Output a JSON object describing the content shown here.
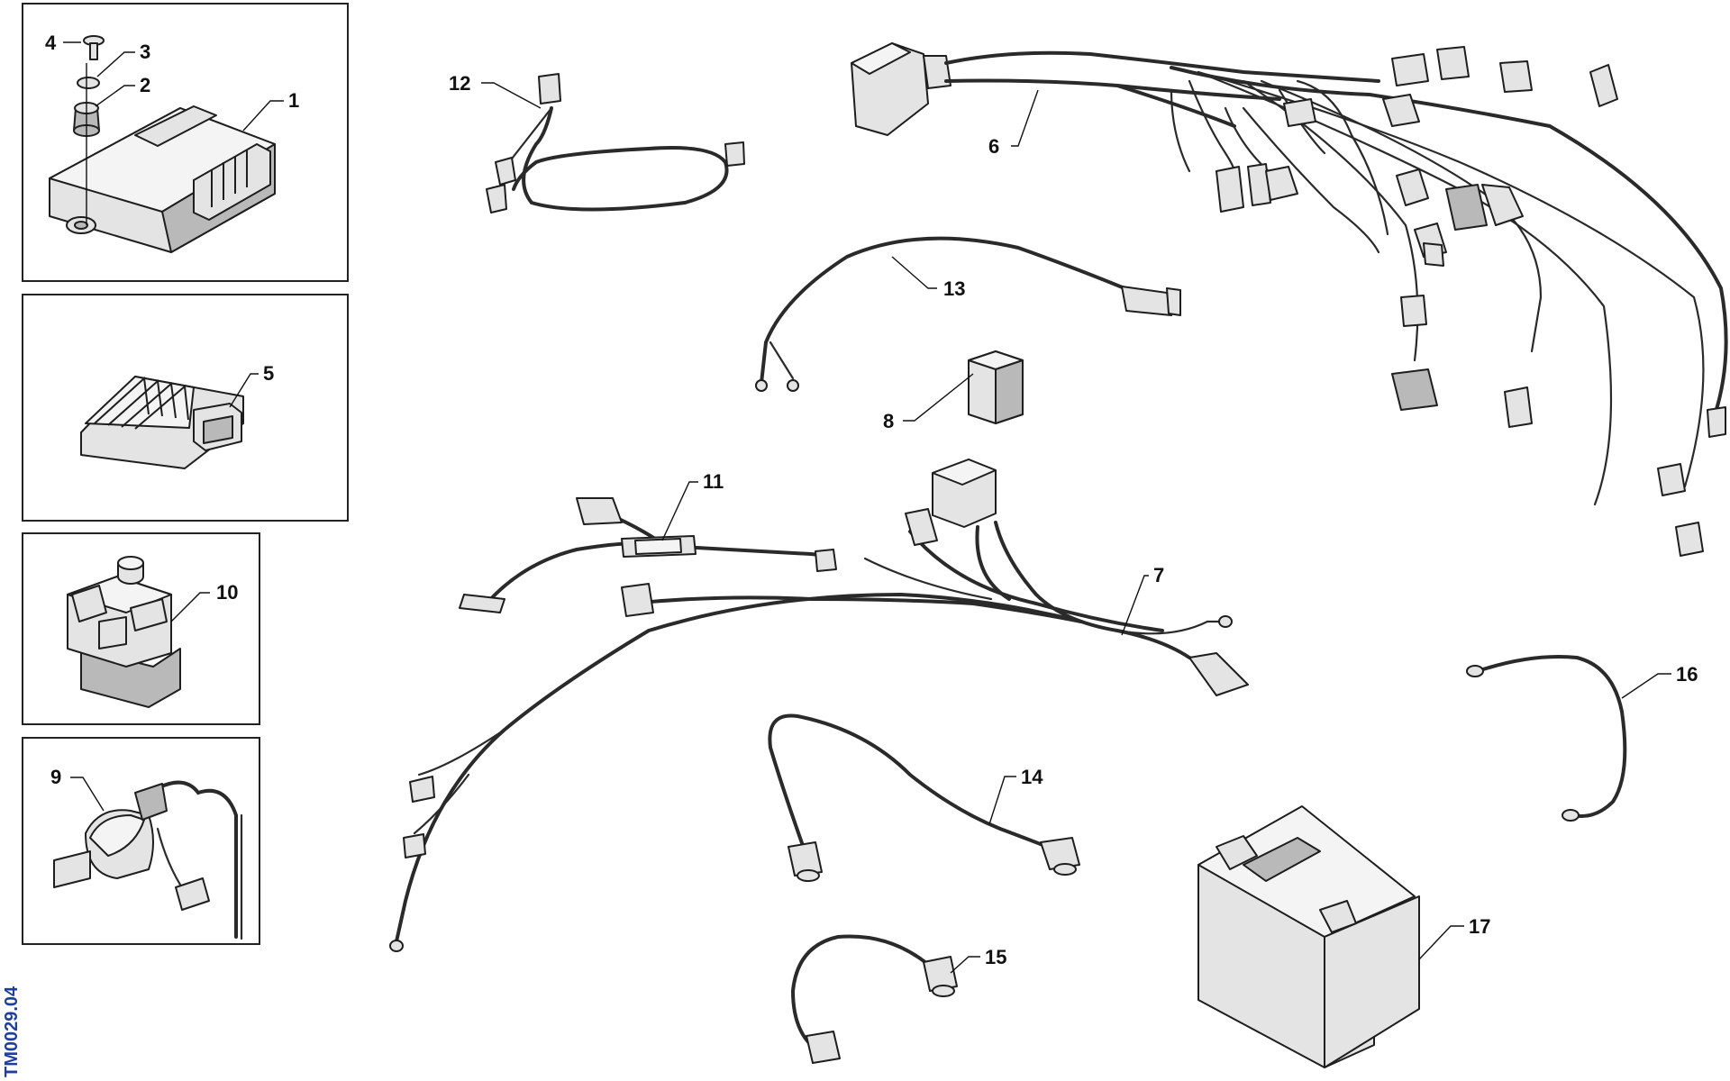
{
  "diagram": {
    "reference_code": "TM0029.04",
    "callouts": [
      "1",
      "2",
      "3",
      "4",
      "5",
      "6",
      "7",
      "8",
      "9",
      "10",
      "11",
      "12",
      "13",
      "14",
      "15",
      "16",
      "17"
    ]
  }
}
